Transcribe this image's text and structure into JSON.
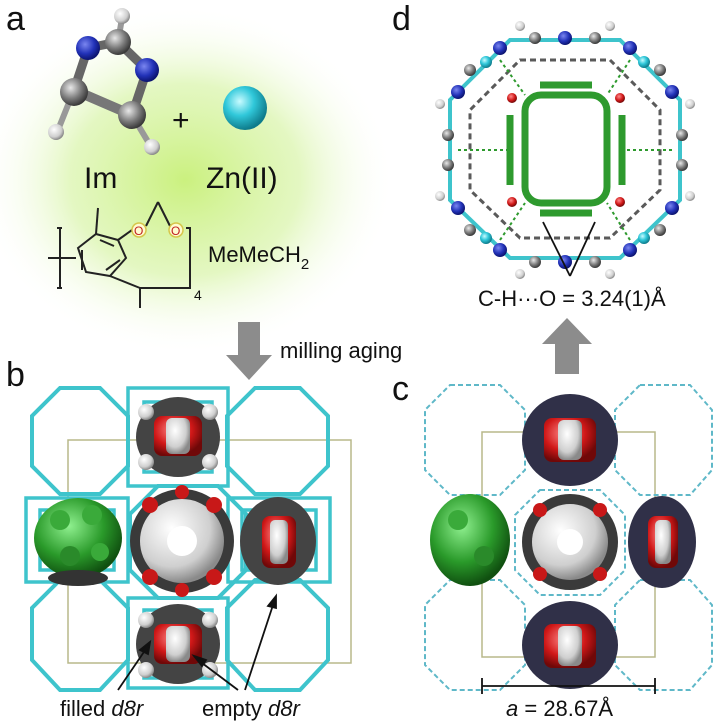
{
  "panel_labels": {
    "a": "a",
    "b": "b",
    "c": "c",
    "d": "d"
  },
  "panel_a": {
    "plus": "+",
    "ligand_label": "Im",
    "metal_label": "Zn(II)",
    "substituent_label": "MeMeCH",
    "substituent_subscript": "2",
    "repeat_subscript": "4",
    "atom_label_o": "O"
  },
  "arrow_label": "milling aging",
  "panel_b": {
    "filled_label_prefix": "filled ",
    "filled_label_italic": "d8r",
    "empty_label_prefix": "empty ",
    "empty_label_italic": "d8r"
  },
  "panel_c": {
    "cell_param_italic": "a",
    "cell_param_value": " = 28.67Å"
  },
  "panel_d": {
    "distance_label": "C-H···O = 3.24(1)Å"
  },
  "colors": {
    "glow": "#b8e86a",
    "zinc": "#2ec7d8",
    "cage": "#3ec4cc",
    "filled_guest": "#2e8b2e",
    "oxygen": "#c62020",
    "carbon": "#5a5a5a",
    "nitrogen": "#1f2fb0",
    "hydrogen": "#d8d8d8",
    "arrow": "#8c8c8c",
    "cell_line": "#a8a86a"
  }
}
